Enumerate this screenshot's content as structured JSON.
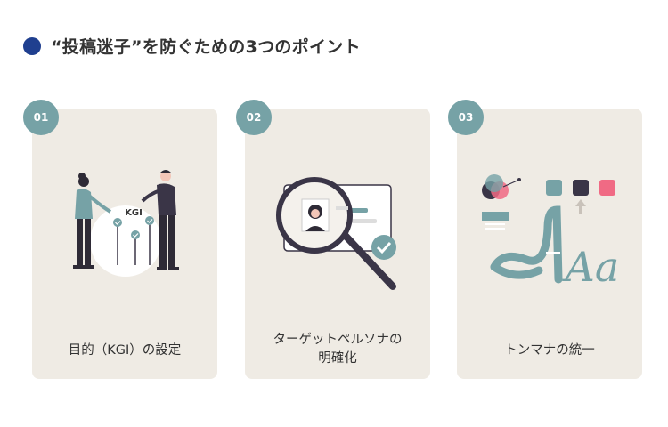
{
  "heading": {
    "text": "“投稿迷子”を防ぐための3つのポイント"
  },
  "colors": {
    "accent_dot": "#1f3f8f",
    "badge": "#76a2a6",
    "card_bg": "#efebe4",
    "dark_ink": "#3a3547",
    "pink": "#f06a84",
    "teal": "#76a2a6"
  },
  "cards": [
    {
      "number": "01",
      "label": "目的（KGI）の設定",
      "illustration_text": "KGI",
      "icon": "people-kgi-illustration"
    },
    {
      "number": "02",
      "label_line1": "ターゲットペルソナの",
      "label_line2": "明確化",
      "icon": "magnifier-persona-illustration"
    },
    {
      "number": "03",
      "label": "トンマナの統一",
      "illustration_text": "Aa",
      "icon": "tone-manner-illustration"
    }
  ]
}
